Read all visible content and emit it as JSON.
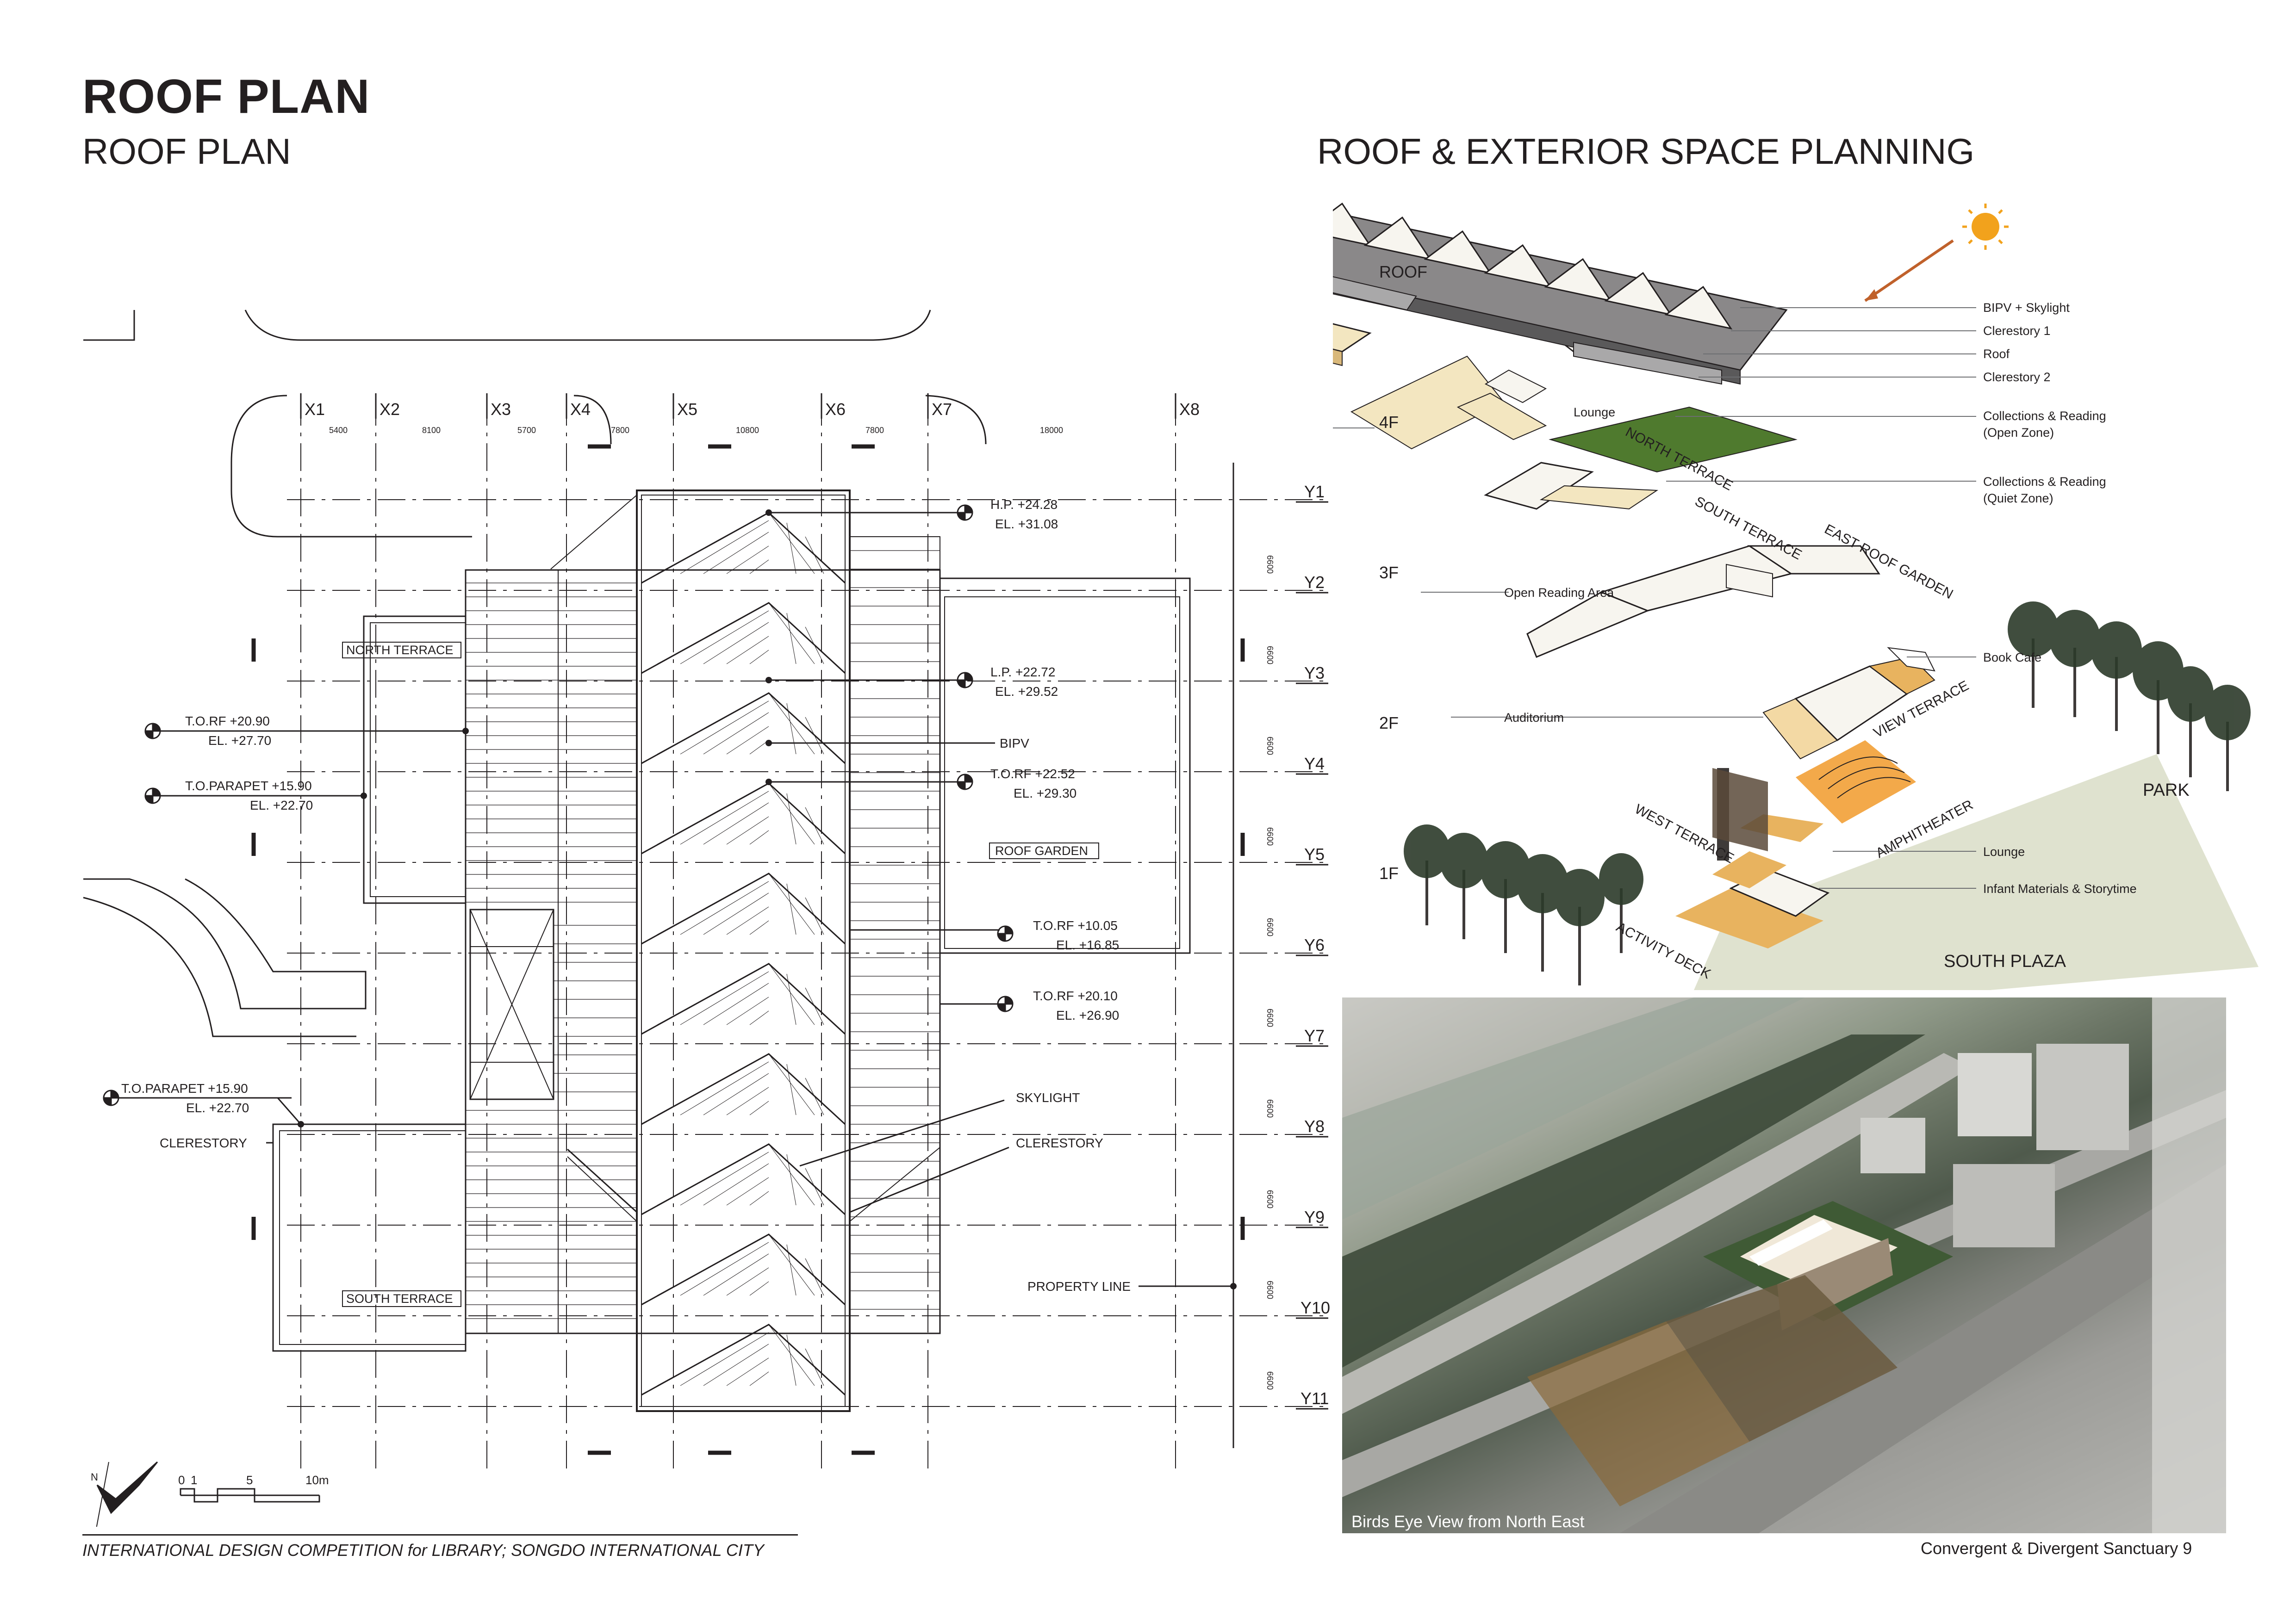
{
  "header": {
    "title": "ROOF PLAN",
    "subtitle": "ROOF PLAN",
    "right_title": "ROOF & EXTERIOR SPACE PLANNING"
  },
  "plan": {
    "grid_x": [
      "X1",
      "X2",
      "X3",
      "X4",
      "X5",
      "X6",
      "X7",
      "X8"
    ],
    "grid_x_dims": [
      "5400",
      "8100",
      "5700",
      "7800",
      "10800",
      "7800",
      "18000"
    ],
    "grid_y": [
      "Y1",
      "Y2",
      "Y3",
      "Y4",
      "Y5",
      "Y6",
      "Y7",
      "Y8",
      "Y9",
      "Y10",
      "Y11"
    ],
    "grid_y_dim": "6600",
    "rooms": {
      "north_terrace": "NORTH TERRACE",
      "south_terrace": "SOUTH TERRACE",
      "roof_garden": "ROOF GARDEN"
    },
    "levels": {
      "hp_a": "H.P. +24.28",
      "hp_b": "EL. +31.08",
      "lp_a": "L.P. +22.72",
      "lp_b": "EL. +29.52",
      "torf1_a": "T.O.RF +20.90",
      "torf1_b": "EL. +27.70",
      "topar1_a": "T.O.PARAPET +15.90",
      "topar1_b": "EL. +22.70",
      "torf2_a": "T.O.RF +22.52",
      "torf2_b": "EL. +29.30",
      "torf3_a": "T.O.RF +10.05",
      "torf3_b": "EL. +16.85",
      "torf4_a": "T.O.RF +20.10",
      "torf4_b": "EL. +26.90",
      "topar2_a": "T.O.PARAPET +15.90",
      "topar2_b": "EL. +22.70"
    },
    "callouts": {
      "bipv": "BIPV",
      "skylight": "SKYLIGHT",
      "clerestory_r": "CLERESTORY",
      "clerestory_l": "CLERESTORY",
      "property_line": "PROPERTY LINE"
    },
    "scale_labels": [
      "0",
      "1",
      "5",
      "10m"
    ],
    "north_label": "N"
  },
  "diagram": {
    "floors": [
      "ROOF",
      "4F",
      "3F",
      "2F",
      "1F"
    ],
    "right_labels": {
      "bipv_skylight": "BIPV + Skylight",
      "clerestory1": "Clerestory 1",
      "roof": "Roof",
      "clerestory2": "Clerestory 2",
      "coll_open_1": "Collections & Reading",
      "coll_open_2": "(Open Zone)",
      "coll_quiet_1": "Collections & Reading",
      "coll_quiet_2": "(Quiet Zone)",
      "book_cafe": "Book Cafe",
      "lounge_1f": "Lounge",
      "infant": "Infant Materials & Storytime"
    },
    "left_labels": {
      "lounge_4f": "Lounge",
      "open_reading": "Open Reading Area",
      "auditorium": "Auditorium"
    },
    "slanted": {
      "north_terrace": "NORTH TERRACE",
      "south_terrace": "SOUTH TERRACE",
      "east_roof_garden": "EAST ROOF GARDEN",
      "view_terrace": "VIEW TERRACE",
      "amphitheater": "AMPHITHEATER",
      "west_terrace": "WEST TERRACE",
      "activity_deck": "ACTIVITY DECK"
    },
    "park": "PARK",
    "south_plaza": "SOUTH PLAZA"
  },
  "photo": {
    "caption": "Birds Eye View from  North East"
  },
  "footer": {
    "left": "INTERNATIONAL DESIGN COMPETITION for LIBRARY; SONGDO INTERNATIONAL CITY",
    "right": "Convergent & Divergent Sanctuary   9"
  },
  "colors": {
    "ink": "#231f20",
    "green_roof": "#4f7a2e",
    "plaza": "#dfe2cf",
    "wood": "#e8b35f",
    "cream": "#f3e6c0",
    "sun": "#f2a21c",
    "arrow": "#c0612b",
    "blue": "#2aa0dc"
  }
}
